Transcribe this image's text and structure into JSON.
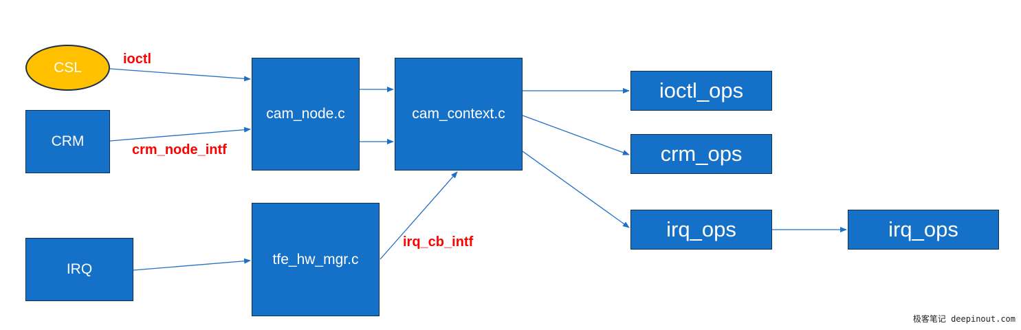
{
  "nodes": {
    "csl": "CSL",
    "crm": "CRM",
    "irq": "IRQ",
    "cam_node": "cam_node.c",
    "tfe_hw_mgr": "tfe_hw_mgr.c",
    "cam_context": "cam_context.c",
    "ioctl_ops": "ioctl_ops",
    "crm_ops": "crm_ops",
    "irq_ops": "irq_ops",
    "irq_ops_2": "irq_ops"
  },
  "edge_labels": {
    "ioctl": "ioctl",
    "crm_node_intf": "crm_node_intf",
    "irq_cb_intf": "irq_cb_intf"
  },
  "watermark": "极客笔记 deepinout.com",
  "colors": {
    "box_fill": "#1570C8",
    "box_border": "#0E2E52",
    "ellipse_fill": "#FFC000",
    "arrow": "#1F6FC5",
    "edge_label": "#FF0000"
  }
}
